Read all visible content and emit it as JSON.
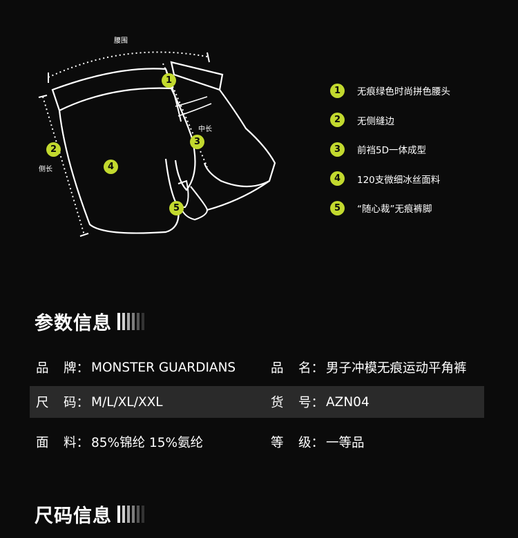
{
  "diagram": {
    "waist_label": "腰围",
    "side_label": "侧长",
    "middle_label": "中长",
    "markers": [
      "1",
      "2",
      "3",
      "4",
      "5"
    ]
  },
  "legend": [
    {
      "num": "1",
      "text": "无痕绿色时尚拼色腰头"
    },
    {
      "num": "2",
      "text": "无侧缝边"
    },
    {
      "num": "3",
      "text": "前裆5D一体成型"
    },
    {
      "num": "4",
      "text": "120支微细冰丝面料"
    },
    {
      "num": "5",
      "text": "“随心裁”无痕裤脚"
    }
  ],
  "params": {
    "title": "参数信息",
    "rows": [
      {
        "left": {
          "k1": "品",
          "k2": "牌：",
          "value": "MONSTER GUARDIANS"
        },
        "right": {
          "k1": "品",
          "k2": "名：",
          "value": "男子冲模无痕运动平角裤"
        }
      },
      {
        "left": {
          "k1": "尺",
          "k2": "码：",
          "value": "M/L/XL/XXL"
        },
        "right": {
          "k1": "货",
          "k2": "号：",
          "value": "AZN04"
        }
      },
      {
        "left": {
          "k1": "面",
          "k2": "料：",
          "value": "85%锦纶 15%氨纶"
        },
        "right": {
          "k1": "等",
          "k2": "级：",
          "value": "一等品"
        }
      }
    ]
  },
  "size": {
    "title": "尺码信息"
  },
  "colors": {
    "accent": "#c2d92e",
    "background": "#0b0b0b",
    "row_highlight": "#2a2a2a"
  }
}
